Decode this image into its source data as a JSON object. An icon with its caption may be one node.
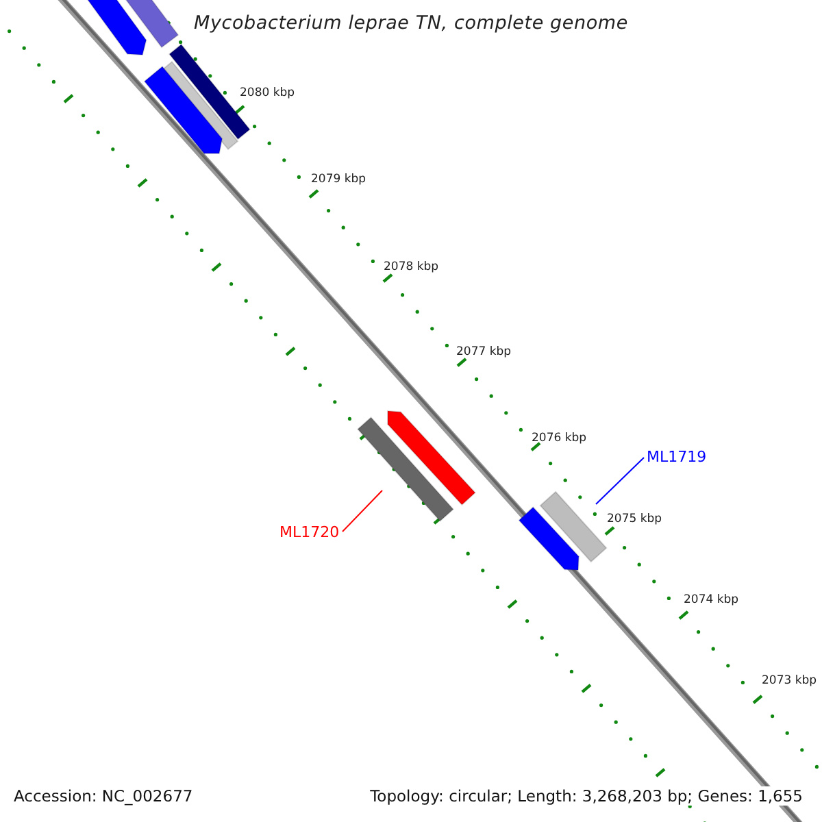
{
  "diagram": {
    "title": "Mycobacterium leprae TN, complete genome",
    "nodes": [
      {
        "text": [
          "ML1720"
        ]
      },
      {
        "text": [
          "ML1719"
        ]
      }
    ],
    "edges": [
      {
        "from": 0,
        "to": null,
        "arrow": "none",
        "color": "#ff0000"
      },
      {
        "from": 1,
        "to": null,
        "arrow": "none",
        "color": "#0000ff"
      }
    ],
    "labels": [
      "2080 kbp",
      "2079 kbp",
      "2078 kbp",
      "2077 kbp",
      "2076 kbp",
      "2075 kbp",
      "2074 kbp",
      "2073 kbp",
      "Accession: NC_002677",
      "Topology: circular; Length: 3,268,203 bp; Genes: 1,655"
    ]
  }
}
